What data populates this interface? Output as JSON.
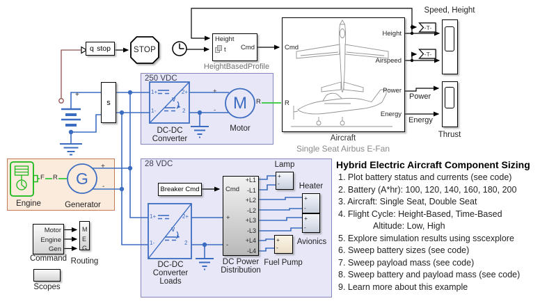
{
  "area_labels": {
    "vdc250": "250 VDC",
    "vdc28": "28 VDC"
  },
  "stop_chain": {
    "q": "q",
    "stop": "stop",
    "stop_sign": "STOP"
  },
  "hbp": {
    "name": "HeightBasedProfile",
    "in_height": "Height",
    "in_t": "t",
    "out_cmd": "Cmd"
  },
  "aircraft": {
    "name": "Aircraft",
    "subtitle": "Single Seat Airbus E-Fan",
    "in_cmd": "Cmd",
    "in_r": "R",
    "out_height": "Height",
    "out_airspeed": "Airspeed",
    "out_power": "Power",
    "out_energy": "Energy"
  },
  "tags": {
    "t1": "-T-",
    "t2": "-T-"
  },
  "scopes": {
    "speed_height": "Speed, Height",
    "thrust": "Thrust"
  },
  "signals": {
    "power": "Power",
    "energy": "Energy"
  },
  "battery": {
    "plus": "+"
  },
  "sensor": {
    "s": "s"
  },
  "converter": {
    "line1": "DC-DC",
    "line2": "Converter",
    "p1p": "1+",
    "p2p": "2+",
    "p1m": "1-",
    "p2m": "2",
    "v": "V"
  },
  "converter_loads": {
    "line1": "DC-DC",
    "line2": "Converter",
    "line3": "Loads",
    "p1p": "1+",
    "p2p": "2+",
    "p1m": "1-",
    "p2m": "2",
    "v": "V"
  },
  "motor": {
    "name": "Motor",
    "glyph": "M",
    "plus": "+",
    "minus": "-",
    "r": "R"
  },
  "engine": {
    "name": "Engine",
    "f": "F"
  },
  "generator": {
    "name": "Generator",
    "glyph": "G",
    "r": "R",
    "plus": "+",
    "minus": "-"
  },
  "breaker": {
    "label": "Breaker Cmd"
  },
  "distribution": {
    "line1": "DC Power",
    "line2": "Distribution",
    "in_cmd": "Cmd",
    "in_plus": "+",
    "in_minus": "-",
    "outputs": [
      "+L1",
      "-L1",
      "+L2",
      "-L2",
      "+L3",
      "-L3",
      "+L4",
      "-L4"
    ]
  },
  "loads": {
    "lamp": "Lamp",
    "heater": "Heater",
    "avionics": "Avionics",
    "fuel_pump": "Fuel Pump",
    "plus": "+",
    "minus": "-"
  },
  "command": {
    "name": "Command",
    "out_motor": "Motor",
    "out_engine": "Engine",
    "out_gen": "Gen"
  },
  "routing": {
    "name": "Routing",
    "in_m": "M",
    "in_e": "E",
    "in_g": "G"
  },
  "scopes_block": {
    "name": "Scopes"
  },
  "notes": {
    "title": "Hybrid Electric Aircraft Component Sizing",
    "items": [
      "1. Plot battery status and currents (see code)",
      "2. Battery (A*hr): 100, 120, 140, 160, 180, 200",
      "3. Aircraft: Single Seat, Double Seat",
      "4. Flight Cycle: Height-Based, Time-Based",
      "Altitude: Low, High",
      "5. Explore simulation results using sscexplore",
      "6. Sweep battery sizes (see code)",
      "7. Sweep payload mass (see code)",
      "8. Sweep battery and payload mass (see code)",
      "9. Learn more about this example"
    ]
  }
}
